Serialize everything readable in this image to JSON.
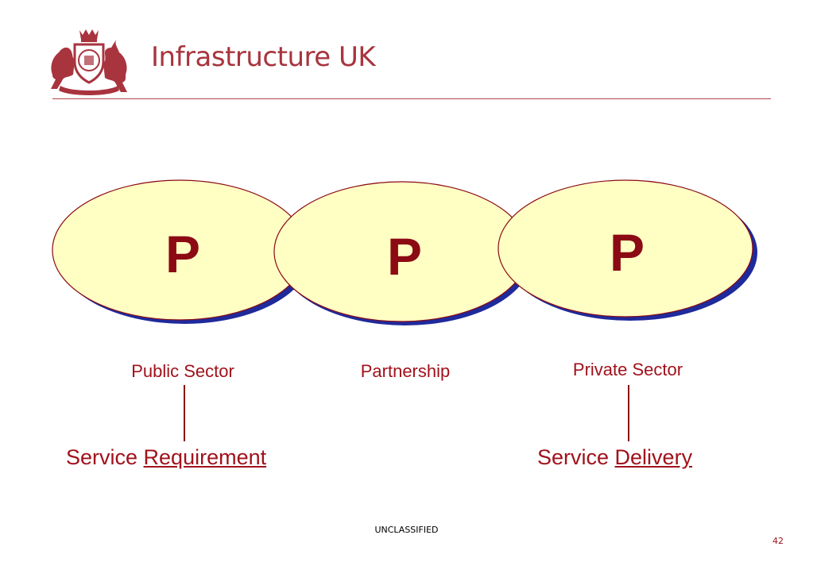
{
  "header": {
    "brand_title": "Infrastructure UK"
  },
  "diagram": {
    "nodes": [
      {
        "letter": "P",
        "caption": "Public Sector"
      },
      {
        "letter": "P",
        "caption": "Partnership"
      },
      {
        "letter": "P",
        "caption": "Private Sector"
      }
    ],
    "outcomes": {
      "left": {
        "prefix": "Service",
        "underlined": "Requirement"
      },
      "right": {
        "prefix": "Service",
        "underlined": "Delivery"
      }
    },
    "colors": {
      "ellipse_fill": "#ffffc4",
      "ellipse_outline": "#8b0a14",
      "ellipse_shadow": "#1f2a9b",
      "text_accent": "#a0121c"
    }
  },
  "footer": {
    "classification": "UNCLASSIFIED",
    "page_number": "42"
  }
}
